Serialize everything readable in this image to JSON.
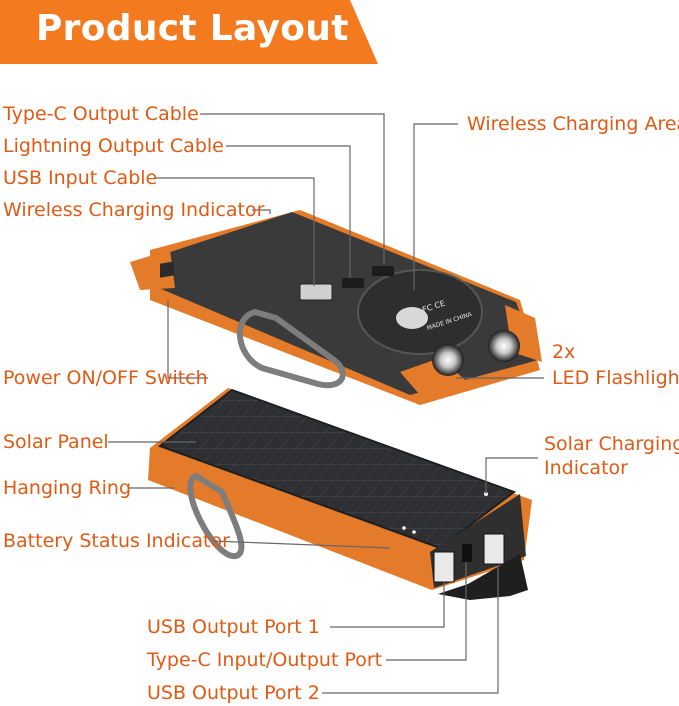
{
  "title": "Product Layout",
  "colors": {
    "accent": "#f37a1f",
    "label": "#e05a14",
    "leader": "#666666",
    "body_dark": "#3a3a3a",
    "body_orange": "#e37b2a"
  },
  "labels": {
    "type_c_output_cable": "Type-C Output Cable",
    "lightning_output_cable": "Lightning Output Cable",
    "usb_input_cable": "USB Input Cable",
    "wireless_charging_indicator": "Wireless Charging Indicator",
    "wireless_charging_area": "Wireless Charging Area",
    "power_switch": "Power ON/OFF Switch",
    "flashlight_count": "2x",
    "flashlight": "LED Flashlight",
    "solar_panel": "Solar Panel",
    "hanging_ring": "Hanging Ring",
    "battery_status_indicator": "Battery Status Indicator",
    "solar_charging_indicator_line1": "Solar Charging",
    "solar_charging_indicator_line2": "Indicator",
    "usb_output_port_1": "USB Output Port 1",
    "type_c_io_port": "Type-C Input/Output Port",
    "usb_output_port_2": "USB Output Port 2"
  },
  "device_marking": {
    "fcc_mark": "FC CE",
    "origin": "MADE IN CHINA"
  }
}
